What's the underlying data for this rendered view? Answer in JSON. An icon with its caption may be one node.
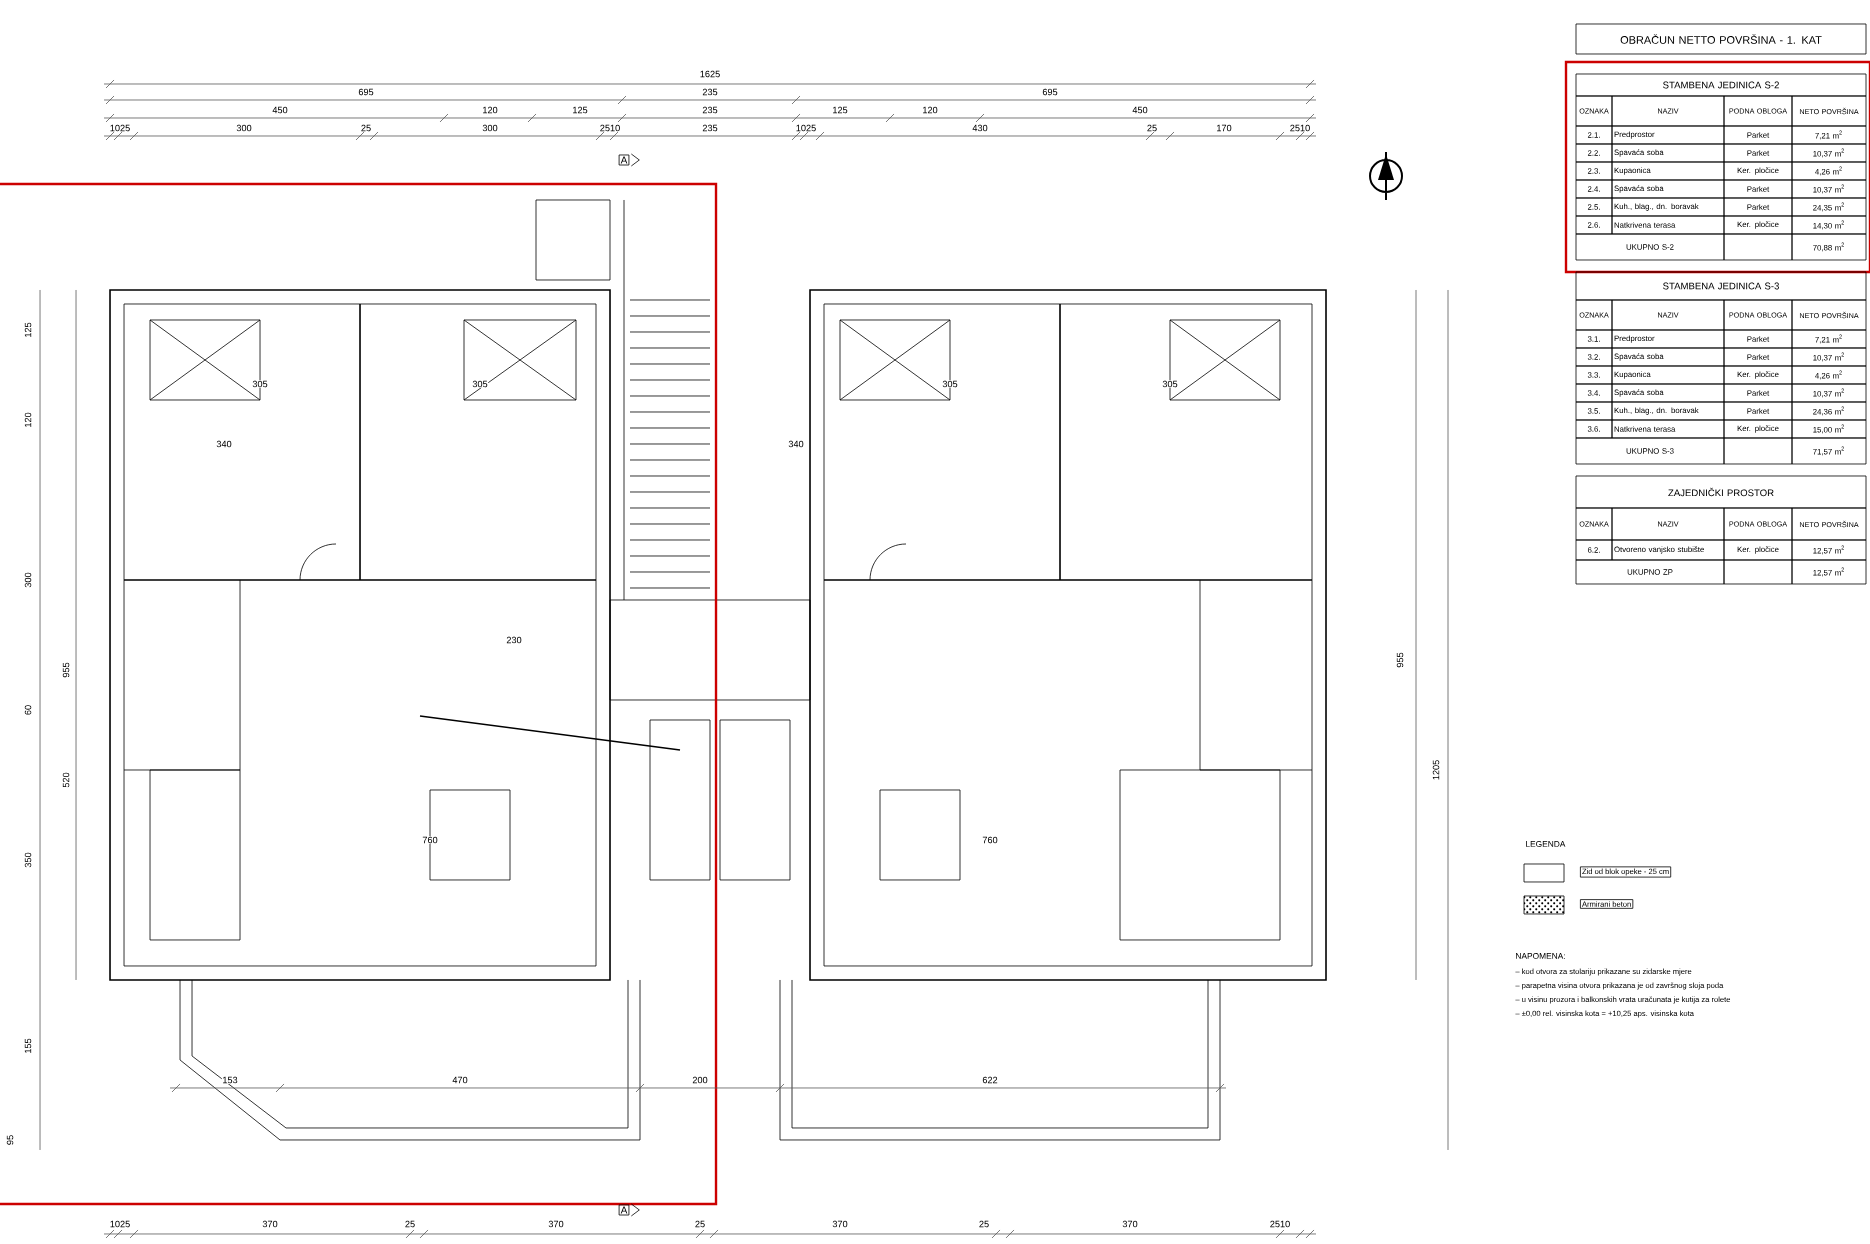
{
  "diagram": {
    "labels": [
      "OBRAČUN NETTO POVRŠINA - 1. KAT",
      "STAMBENA JEDINICA S-2",
      "OZNAKA",
      "NAZIV",
      "PODNA OBLOGA",
      "NETO POVRŠINA",
      "2.1.",
      "Predprostor",
      "Parket",
      "7,21 m$^{2}$",
      "2.2.",
      "Spavaća soba",
      "Parket",
      "10,37 m$^{2}$",
      "2.3.",
      "Kupaonica",
      "Ker. pločice",
      "4,26 m$^{2}$",
      "2.4.",
      "Spavaća soba",
      "Parket",
      "10,37 m$^{2}$",
      "2.5.",
      "Kuh., blag., dn. boravak",
      "Parket",
      "24,35 m$^{2}$",
      "2.6.",
      "Natkrivena terasa",
      "Ker. pločice",
      "14,30 m$^{2}$",
      "UKUPNO S-2",
      "70,88 m$^{2}$",
      "STAMBENA JEDINICA S-3",
      "OZNAKA",
      "NAZIV",
      "PODNA OBLOGA",
      "NETO POVRŠINA",
      "3.1.",
      "Predprostor",
      "Parket",
      "7,21 m$^{2}$",
      "3.2.",
      "Spavaća soba",
      "Parket",
      "10,37 m$^{2}$",
      "3.3.",
      "Kupaonica",
      "Ker. pločice",
      "4,26 m$^{2}$",
      "3.4.",
      "Spavaća soba",
      "Parket",
      "10,37 m$^{2}$",
      "3.5.",
      "Kuh., blag., dn. boravak",
      "Parket",
      "24,36 m$^{2}$",
      "3.6.",
      "Natkrivena terasa",
      "Ker. pločice",
      "15,00 m$^{2}$",
      "UKUPNO S-3",
      "71,57 m$^{2}$",
      "ZAJEDNIČKI PROSTOR",
      "OZNAKA",
      "NAZIV",
      "PODNA OBLOGA",
      "NETO POVRŠINA",
      "6.2.",
      "Otvoreno vanjsko stubište",
      "Ker. pločice",
      "12,57 m$^{2}$",
      "UKUPNO ZP",
      "12,57 m$^{2}$",
      "LEGENDA",
      "NAPOMENA:",
      "– kod otvora za stolariju prikazane su zidarske mjere",
      "– parapetna visina otvora prikazana je od završnog sloja poda",
      "– u visinu prozora i balkonskih vrata uračunata je kutija za rolete",
      "– ±0,00 rel. visinska kota = +10,25 aps. visinska kota",
      "A",
      "A",
      "1625",
      "695",
      "235",
      "695",
      "450",
      "120",
      "125",
      "235",
      "125",
      "120",
      "450",
      "1025",
      "300",
      "25",
      "300",
      "2510",
      "235",
      "1025",
      "430",
      "25",
      "170",
      "2510",
      "1025",
      "370",
      "25",
      "370",
      "25",
      "370",
      "25",
      "370",
      "2510",
      "153",
      "470",
      "200",
      "622",
      "305",
      "305",
      "305",
      "305",
      "340",
      "340",
      "760",
      "760",
      "230",
      "125",
      "120",
      "300",
      "955",
      "60",
      "520",
      "350",
      "155",
      "95",
      "955",
      "1205"
    ],
    "legend": [
      {
        "text": "Zid od blok opeke - 25 cm"
      },
      {
        "text": "Armirani beton"
      }
    ]
  }
}
